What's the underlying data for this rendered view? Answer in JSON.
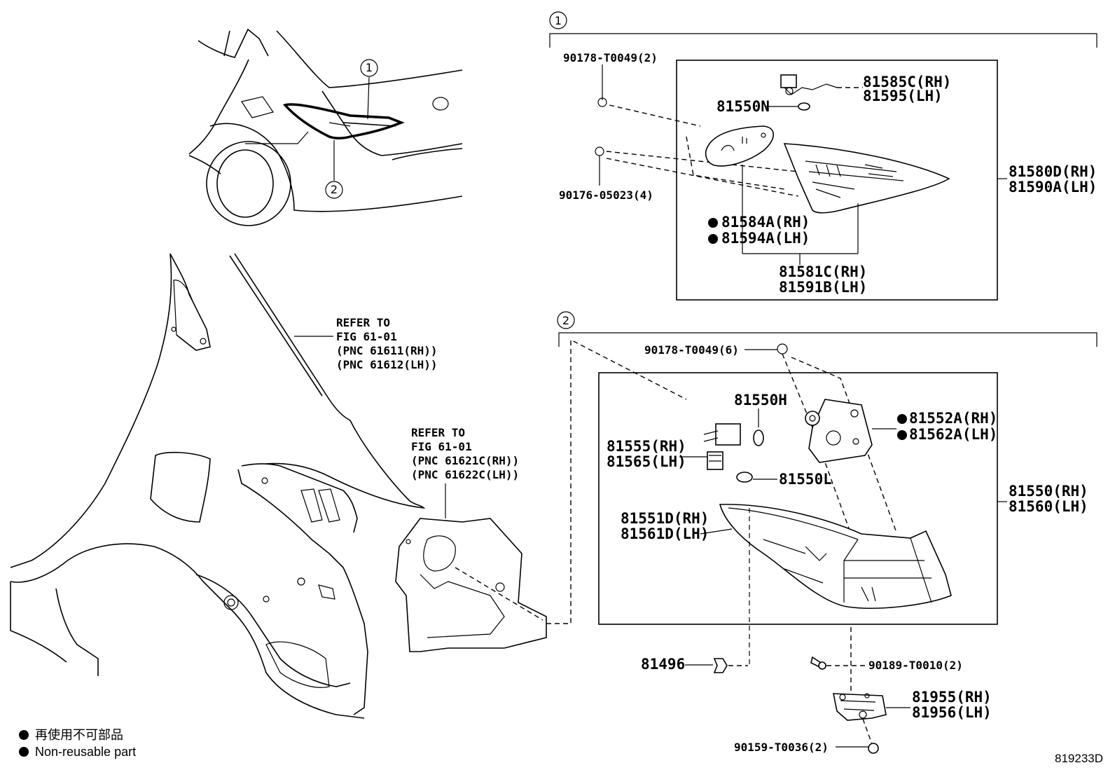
{
  "callouts": {
    "c1": "1",
    "c2": "2"
  },
  "group1": {
    "screw_a": "90178-T0049(2)",
    "screw_b": "90176-05023(4)",
    "socket_rh": "81585C(RH)",
    "socket_lh": "81595(LH)",
    "bulb": "81550N",
    "gasket_rh": "81584A(RH)",
    "gasket_lh": "81594A(LH)",
    "lens_rh": "81581C(RH)",
    "lens_lh": "81591B(LH)",
    "assy_rh": "81580D(RH)",
    "assy_lh": "81590A(LH)"
  },
  "group2": {
    "screw_a": "90178-T0049(6)",
    "bulb_h": "81550H",
    "socket_rh": "81555(RH)",
    "socket_lh": "81565(LH)",
    "bulb_l": "81550L",
    "gasket_rh": "81552A(RH)",
    "gasket_lh": "81562A(LH)",
    "lens_rh": "81551D(RH)",
    "lens_lh": "81561D(LH)",
    "assy_rh": "81550(RH)",
    "assy_lh": "81560(LH)",
    "clip": "81496",
    "screw_b": "90189-T0010(2)",
    "bracket_rh": "81955(RH)",
    "bracket_lh": "81956(LH)",
    "screw_c": "90159-T0036(2)"
  },
  "refs": {
    "ref1": [
      "REFER TO",
      "FIG 61-01",
      "(PNC 61611(RH))",
      "(PNC 61612(LH))"
    ],
    "ref2": [
      "REFER TO",
      "FIG 61-01",
      "(PNC 61621C(RH))",
      "(PNC 61622C(LH))"
    ]
  },
  "legend": {
    "jp": "再使用不可部品",
    "en": "Non-reusable part"
  },
  "figure_code": "819233D"
}
